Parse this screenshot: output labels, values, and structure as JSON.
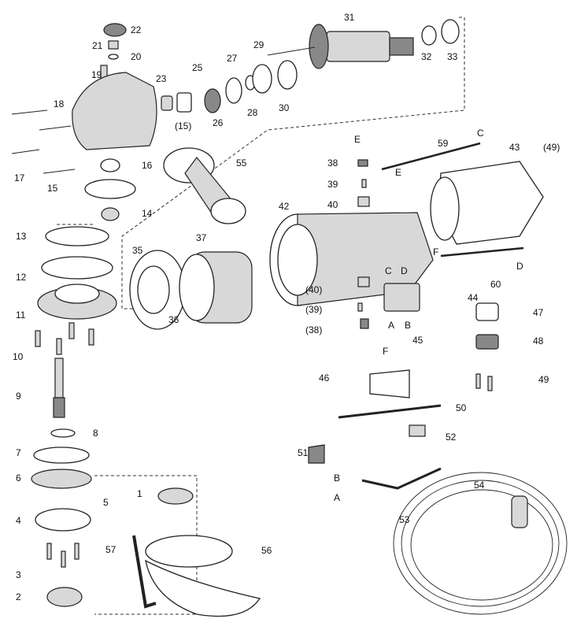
{
  "diagram": {
    "type": "exploded parts diagram",
    "labels": [
      "31",
      "32",
      "33",
      "22",
      "21",
      "20",
      "19",
      "23",
      "25",
      "27",
      "29",
      "26",
      "28",
      "30",
      "18",
      "(15)",
      "16",
      "17",
      "15",
      "55",
      "14",
      "13",
      "12",
      "11",
      "10",
      "9",
      "8",
      "7",
      "6",
      "5",
      "4",
      "1",
      "3",
      "2",
      "57",
      "56",
      "35",
      "37",
      "36",
      "42",
      "E",
      "38",
      "39",
      "40",
      "E",
      "59",
      "C",
      "43",
      "(49)",
      "F",
      "60",
      "D",
      "C",
      "D",
      "(40)",
      "44",
      "(39)",
      "A",
      "B",
      "(38)",
      "45",
      "F",
      "47",
      "48",
      "49",
      "46",
      "50",
      "52",
      "51",
      "B",
      "A",
      "53",
      "54"
    ]
  }
}
